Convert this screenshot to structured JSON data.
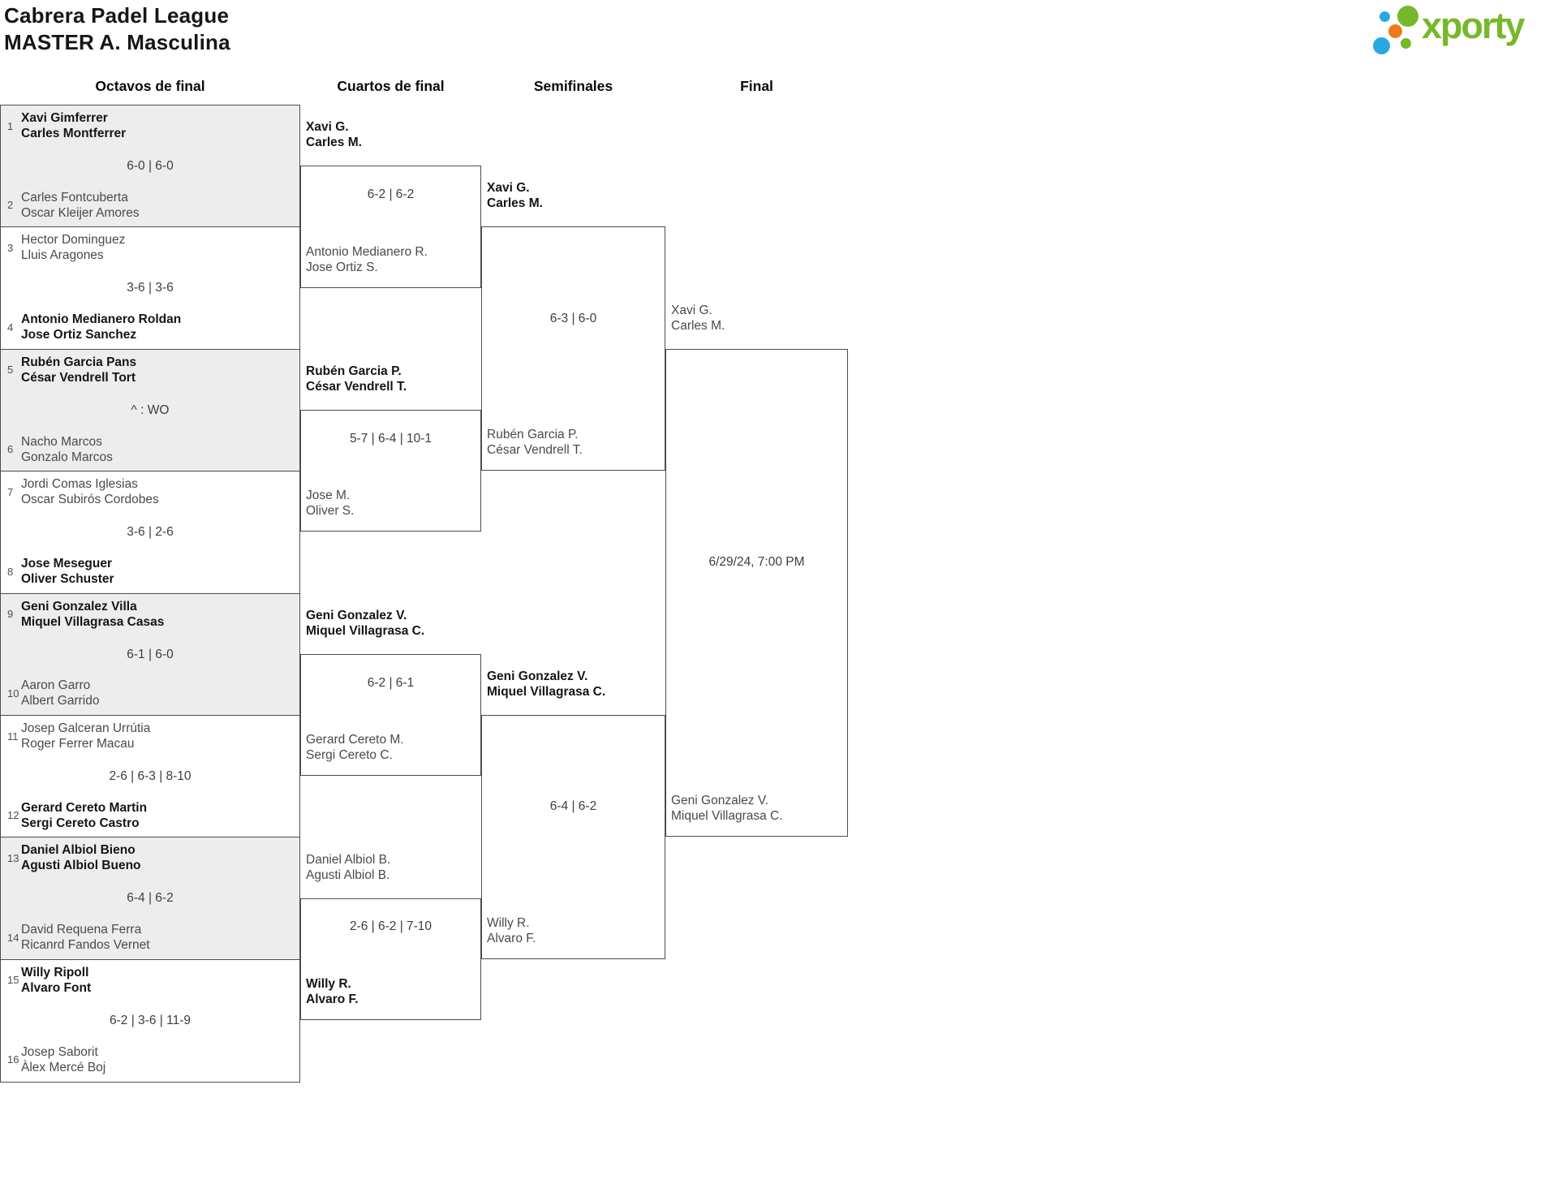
{
  "title": {
    "line1": "Cabrera Padel League",
    "line2": "MASTER A. Masculina"
  },
  "logo": {
    "text": "xporty",
    "colors": {
      "green": "#76b82a",
      "blue": "#29a8e0",
      "orange": "#ec7b1c"
    }
  },
  "round_headers": [
    "Octavos de final",
    "Cuartos de final",
    "Semifinales",
    "Final"
  ],
  "octavos": [
    {
      "shaded": true,
      "top": {
        "seed": "1",
        "players": [
          "Xavi Gimferrer",
          "Carles Montferrer"
        ],
        "winner": true
      },
      "score": "6-0 | 6-0",
      "bottom": {
        "seed": "2",
        "players": [
          "Carles Fontcuberta",
          "Oscar Kleijer Amores"
        ],
        "winner": false
      }
    },
    {
      "shaded": false,
      "top": {
        "seed": "3",
        "players": [
          "Hector Dominguez",
          "Lluis Aragones"
        ],
        "winner": false
      },
      "score": "3-6 | 3-6",
      "bottom": {
        "seed": "4",
        "players": [
          "Antonio Medianero Roldan",
          "Jose Ortiz Sanchez"
        ],
        "winner": true
      }
    },
    {
      "shaded": true,
      "top": {
        "seed": "5",
        "players": [
          "Rubén Garcia Pans",
          "César Vendrell Tort"
        ],
        "winner": true
      },
      "score": "^ : WO",
      "bottom": {
        "seed": "6",
        "players": [
          "Nacho Marcos",
          "Gonzalo Marcos"
        ],
        "winner": false
      }
    },
    {
      "shaded": false,
      "top": {
        "seed": "7",
        "players": [
          "Jordi Comas Iglesias",
          "Oscar Subirós Cordobes"
        ],
        "winner": false
      },
      "score": "3-6 | 2-6",
      "bottom": {
        "seed": "8",
        "players": [
          "Jose Meseguer",
          "Oliver Schuster"
        ],
        "winner": true
      }
    },
    {
      "shaded": true,
      "top": {
        "seed": "9",
        "players": [
          "Geni Gonzalez Villa",
          "Miquel Villagrasa Casas"
        ],
        "winner": true
      },
      "score": "6-1 | 6-0",
      "bottom": {
        "seed": "10",
        "players": [
          "Aaron Garro",
          "Albert Garrido"
        ],
        "winner": false
      }
    },
    {
      "shaded": false,
      "top": {
        "seed": "11",
        "players": [
          "Josep Galceran Urrútia",
          "Roger Ferrer Macau"
        ],
        "winner": false
      },
      "score": "2-6 | 6-3 | 8-10",
      "bottom": {
        "seed": "12",
        "players": [
          "Gerard Cereto Martin",
          "Sergi Cereto Castro"
        ],
        "winner": true
      }
    },
    {
      "shaded": true,
      "top": {
        "seed": "13",
        "players": [
          "Daniel Albiol Bieno",
          "Agusti Albiol Bueno"
        ],
        "winner": true
      },
      "score": "6-4 | 6-2",
      "bottom": {
        "seed": "14",
        "players": [
          "David Requena Ferra",
          "Ricanrd Fandos Vernet"
        ],
        "winner": false
      }
    },
    {
      "shaded": false,
      "top": {
        "seed": "15",
        "players": [
          "Willy Ripoll",
          "Alvaro Font"
        ],
        "winner": true
      },
      "score": "6-2 | 3-6 | 11-9",
      "bottom": {
        "seed": "16",
        "players": [
          "Josep Saborit",
          "Àlex Mercé Boj"
        ],
        "winner": false
      }
    }
  ],
  "cuartos": [
    {
      "top": {
        "players": [
          "Xavi G.",
          "Carles M."
        ],
        "winner": true
      },
      "score": "6-2 | 6-2",
      "bottom": {
        "players": [
          "Antonio Medianero R.",
          "Jose Ortiz S."
        ],
        "winner": false
      }
    },
    {
      "top": {
        "players": [
          "Rubén Garcia P.",
          "César Vendrell T."
        ],
        "winner": true
      },
      "score": "5-7 | 6-4 | 10-1",
      "bottom": {
        "players": [
          "Jose M.",
          "Oliver S."
        ],
        "winner": false
      }
    },
    {
      "top": {
        "players": [
          "Geni Gonzalez V.",
          "Miquel Villagrasa C."
        ],
        "winner": true
      },
      "score": "6-2 | 6-1",
      "bottom": {
        "players": [
          "Gerard Cereto M.",
          "Sergi Cereto C."
        ],
        "winner": false
      }
    },
    {
      "top": {
        "players": [
          "Daniel Albiol B.",
          "Agusti Albiol B."
        ],
        "winner": false
      },
      "score": "2-6 | 6-2 | 7-10",
      "bottom": {
        "players": [
          "Willy R.",
          "Alvaro F."
        ],
        "winner": true
      }
    }
  ],
  "semifinales": [
    {
      "top": {
        "players": [
          "Xavi G.",
          "Carles M."
        ],
        "winner": true
      },
      "score": "6-3 | 6-0",
      "bottom": {
        "players": [
          "Rubén Garcia P.",
          "César Vendrell T."
        ],
        "winner": false
      }
    },
    {
      "top": {
        "players": [
          "Geni Gonzalez V.",
          "Miquel Villagrasa C."
        ],
        "winner": true
      },
      "score": "6-4 | 6-2",
      "bottom": {
        "players": [
          "Willy R.",
          "Alvaro F."
        ],
        "winner": false
      }
    }
  ],
  "final": {
    "top": {
      "players": [
        "Xavi G.",
        "Carles M."
      ],
      "winner": false
    },
    "schedule": "6/29/24, 7:00 PM",
    "bottom": {
      "players": [
        "Geni Gonzalez V.",
        "Miquel Villagrasa C."
      ],
      "winner": false
    }
  }
}
